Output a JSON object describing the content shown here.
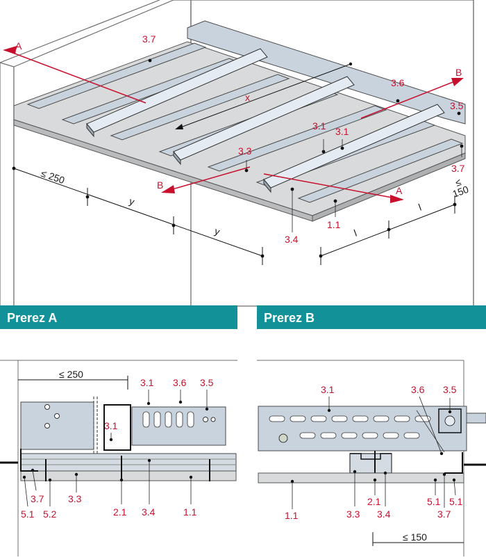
{
  "top": {
    "labels": [
      "3.7",
      "3.6",
      "3.5",
      "3.1",
      "3.1",
      "3.3",
      "3.7",
      "3.4",
      "1.1"
    ],
    "section_a": "A",
    "section_b": "B",
    "dim_250": "≤ 250",
    "dim_150_top": "≤",
    "dim_150_bottom": "150",
    "dim_x": "x",
    "dim_y": "y",
    "dim_l": "l"
  },
  "panel_a": {
    "title": "Prerez A",
    "dim": "≤ 250",
    "labels_top": [
      "3.1",
      "3.6",
      "3.5"
    ],
    "label_mid": "3.1",
    "labels_bottom": [
      "3.7",
      "5.1",
      "5.2",
      "3.3",
      "2.1",
      "3.4",
      "1.1"
    ]
  },
  "panel_b": {
    "title": "Prerez B",
    "dim": "≤ 150",
    "labels_top": [
      "3.1",
      "3.6",
      "3.5"
    ],
    "labels_bottom": [
      "1.1",
      "2.1",
      "3.3",
      "3.4",
      "5.1",
      "5.1",
      "3.7"
    ]
  },
  "colors": {
    "accent_red": "#c8102e",
    "header_teal": "#139199",
    "metal": "#c9d3dd"
  }
}
